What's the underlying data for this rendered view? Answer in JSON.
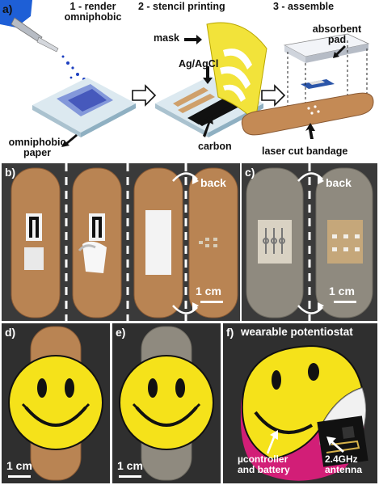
{
  "panel_a": {
    "tag": "a)",
    "step1": "1 - render\nomniphobic",
    "step2": "2 - stencil printing",
    "step3": "3 - assemble",
    "mask": "mask",
    "agagcl": "Ag/AgCl",
    "carbon": "carbon",
    "absorbent": "absorbent\npad",
    "omni_paper": "omniphobic\npaper",
    "laser": "laser cut bandage"
  },
  "panel_b": {
    "tag": "b)",
    "back": "back",
    "scale": "1 cm"
  },
  "panel_c": {
    "tag": "c)",
    "back": "back",
    "scale": "1 cm"
  },
  "panel_d": {
    "tag": "d)",
    "scale": "1 cm"
  },
  "panel_e": {
    "tag": "e)",
    "scale": "1 cm"
  },
  "panel_f": {
    "tag": "f)",
    "title": "wearable potentiostat",
    "ucontroller": "µcontroller\nand battery",
    "antenna": "2.4GHz\nantenna"
  },
  "colors": {
    "bandage": "#b98453",
    "bandage_dark": "#8a5a34",
    "clear_bandage": "#8f8a7f",
    "smiley": "#f5e21a",
    "panel_bg": "#3b3b3b",
    "pink": "#d21e77"
  }
}
